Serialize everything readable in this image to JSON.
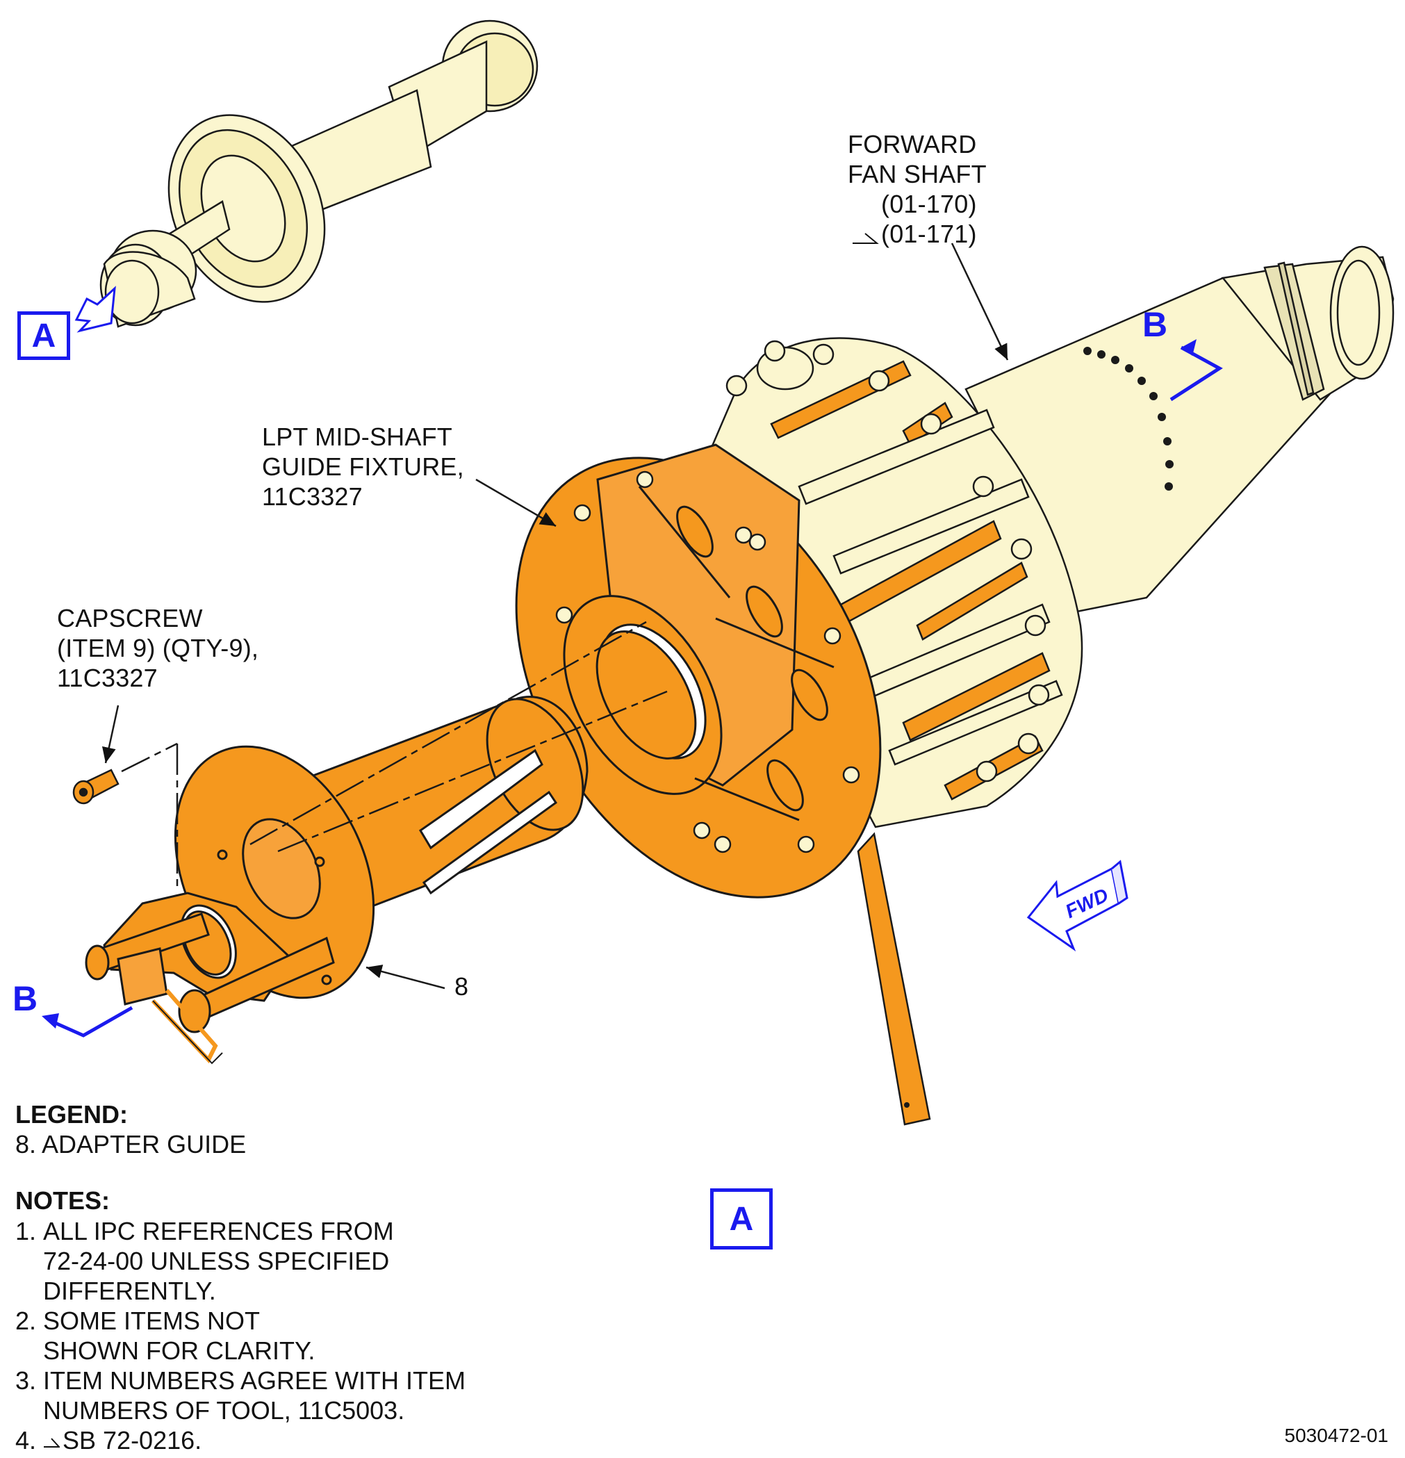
{
  "labels": {
    "forward_fan_shaft": [
      "FORWARD",
      "FAN SHAFT",
      "(01-170)",
      "(01-171)"
    ],
    "guide_fixture": [
      "LPT MID-SHAFT",
      "GUIDE FIXTURE,",
      "11C3327"
    ],
    "capscrew": [
      "CAPSCREW",
      "(ITEM 9) (QTY-9),",
      "11C3327"
    ],
    "item_8": "8",
    "fwd": "FWD"
  },
  "view_markers": {
    "view_a": "A",
    "section_b": "B"
  },
  "legend": {
    "title": "LEGEND:",
    "items": [
      "8. ADAPTER GUIDE"
    ]
  },
  "notes": {
    "title": "NOTES:",
    "items": [
      {
        "num": "1.",
        "lines": [
          "ALL IPC REFERENCES FROM",
          "72-24-00 UNLESS SPECIFIED",
          "DIFFERENTLY."
        ]
      },
      {
        "num": "2.",
        "lines": [
          "SOME ITEMS NOT",
          "SHOWN FOR CLARITY."
        ]
      },
      {
        "num": "3.",
        "lines": [
          "ITEM NUMBERS AGREE WITH ITEM",
          "NUMBERS OF TOOL, 11C5003."
        ]
      },
      {
        "num": "4.",
        "lines": [
          "SB 72-0216."
        ]
      }
    ]
  },
  "figure_number": "5030472-01",
  "colors": {
    "orange": "#f5981e",
    "cream": "#fbf6cf",
    "blue": "#1a1aee",
    "outline": "#1a1a1a"
  }
}
